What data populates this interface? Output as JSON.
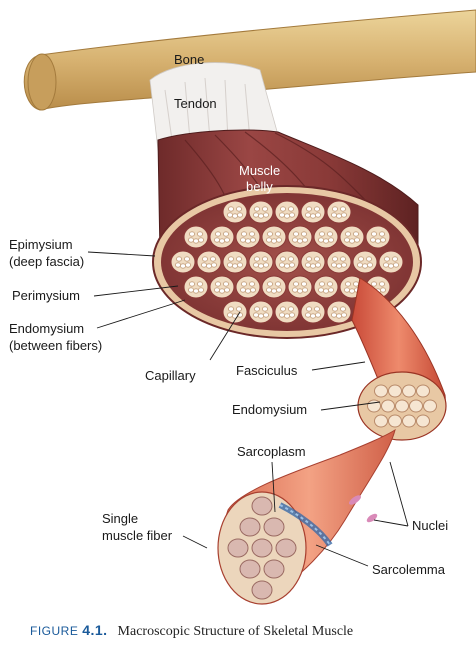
{
  "labels": {
    "bone": "Bone",
    "tendon": "Tendon",
    "muscle_belly_1": "Muscle",
    "muscle_belly_2": "belly",
    "epimysium_1": "Epimysium",
    "epimysium_2": "(deep fascia)",
    "perimysium": "Perimysium",
    "endomysium_1": "Endomysium",
    "endomysium_2": "(between fibers)",
    "capillary": "Capillary",
    "fasciculus": "Fasciculus",
    "endomysium_fasc": "Endomysium",
    "sarcoplasm": "Sarcoplasm",
    "single_fiber_1": "Single",
    "single_fiber_2": "muscle fiber",
    "nuclei": "Nuclei",
    "sarcolemma": "Sarcolemma"
  },
  "caption": {
    "prefix": "FIGURE",
    "number": "4.1.",
    "title": "Macroscopic Structure of Skeletal Muscle"
  },
  "colors": {
    "bone": "#d9b878",
    "muscle": "#8a3a38",
    "fascia": "#e8c8a4",
    "fasciculus": "#e06a50",
    "caption_accent": "#1a5a9a"
  }
}
